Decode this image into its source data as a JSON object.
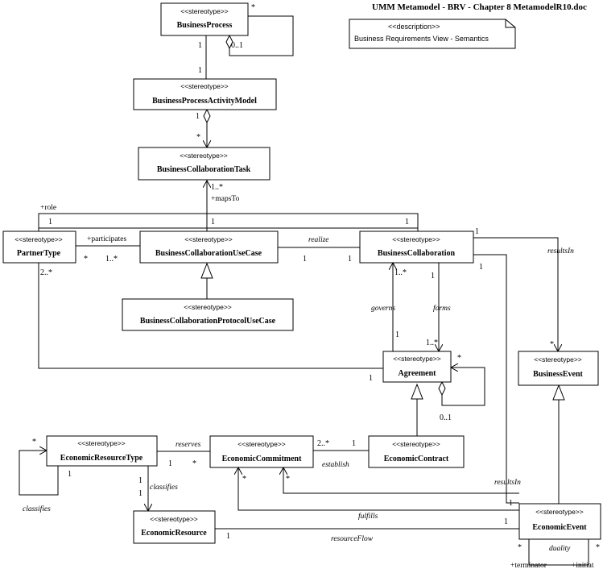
{
  "title": "UMM Metamodel - BRV - Chapter 8 MetamodelR10.doc",
  "note": {
    "stereotype": "<<description>>",
    "text": "Business Requirements View - Semantics"
  },
  "classes": {
    "business_process": {
      "stereotype": "<<stereotype>>",
      "name": "BusinessProcess"
    },
    "business_process_activity_model": {
      "stereotype": "<<stereotype>>",
      "name": "BusinessProcessActivityModel"
    },
    "business_collaboration_task": {
      "stereotype": "<<stereotype>>",
      "name": "BusinessCollaborationTask"
    },
    "partner_type": {
      "stereotype": "<<stereotype>>",
      "name": "PartnerType"
    },
    "business_collaboration_use_case": {
      "stereotype": "<<stereotype>>",
      "name": "BusinessCollaborationUseCase"
    },
    "business_collaboration": {
      "stereotype": "<<stereotype>>",
      "name": "BusinessCollaboration"
    },
    "business_collaboration_protocol_use_case": {
      "stereotype": "<<stereotype>>",
      "name": "BusinessCollaborationProtocolUseCase"
    },
    "agreement": {
      "stereotype": "<<stereotype>>",
      "name": "Agreement"
    },
    "business_event": {
      "stereotype": "<<stereotype>>",
      "name": "BusinessEvent"
    },
    "economic_resource_type": {
      "stereotype": "<<stereotype>>",
      "name": "EconomicResourceType"
    },
    "economic_commitment": {
      "stereotype": "<<stereotype>>",
      "name": "EconomicCommitment"
    },
    "economic_contract": {
      "stereotype": "<<stereotype>>",
      "name": "EconomicContract"
    },
    "economic_resource": {
      "stereotype": "<<stereotype>>",
      "name": "EconomicResource"
    },
    "economic_event": {
      "stereotype": "<<stereotype>>",
      "name": "EconomicEvent"
    }
  },
  "labels": {
    "bp_self_star": "*",
    "bp_self_01": "0..1",
    "bp_bpam_1a": "1",
    "bp_bpam_1b": "1",
    "bpam_bct_1": "1",
    "bpam_bct_star": "*",
    "bct_1star": "1..*",
    "bct_mapsto": "+mapsTo",
    "role": "+role",
    "role_1_left": "1",
    "role_1_mid": "1",
    "role_1_right": "1",
    "participates": "+participates",
    "pt_star": "*",
    "bcuc_1star": "1..*",
    "realize": "realize",
    "realize_1a": "1",
    "realize_1b": "1",
    "bc_1_top": "1",
    "results_in": "resultsIn",
    "be_star": "*",
    "bc_1_right": "1",
    "pt_2star": "2..*",
    "bc_gov_1star": "1..*",
    "governs": "governs",
    "ag_gov_1": "1",
    "bc_forms_1": "1",
    "forms": "forms",
    "ag_forms_1star": "1..*",
    "ag_self_star": "*",
    "ag_self_01": "0..1",
    "ag_pt_1": "1",
    "ert_self_star": "*",
    "ert_self_1": "1",
    "classifies_self": "classifies",
    "reserves": "reserves",
    "reserves_1": "1",
    "reserves_star": "*",
    "establish_2star": "2..*",
    "establish_1": "1",
    "establish": "establish",
    "classifies_1a": "1",
    "classifies_1b": "1",
    "classifies": "classifies",
    "ec_star_a": "*",
    "ec_star_b": "*",
    "results_in_2": "resultsIn",
    "results_in_2_1": "1",
    "fulfills": "fulfills",
    "fulfills_1": "1",
    "resource_flow": "resourceFlow",
    "resource_flow_1": "1",
    "duality": "duality",
    "duality_star_l": "*",
    "duality_star_r": "*",
    "terminator": "+terminator",
    "initiator": "+initiat"
  }
}
